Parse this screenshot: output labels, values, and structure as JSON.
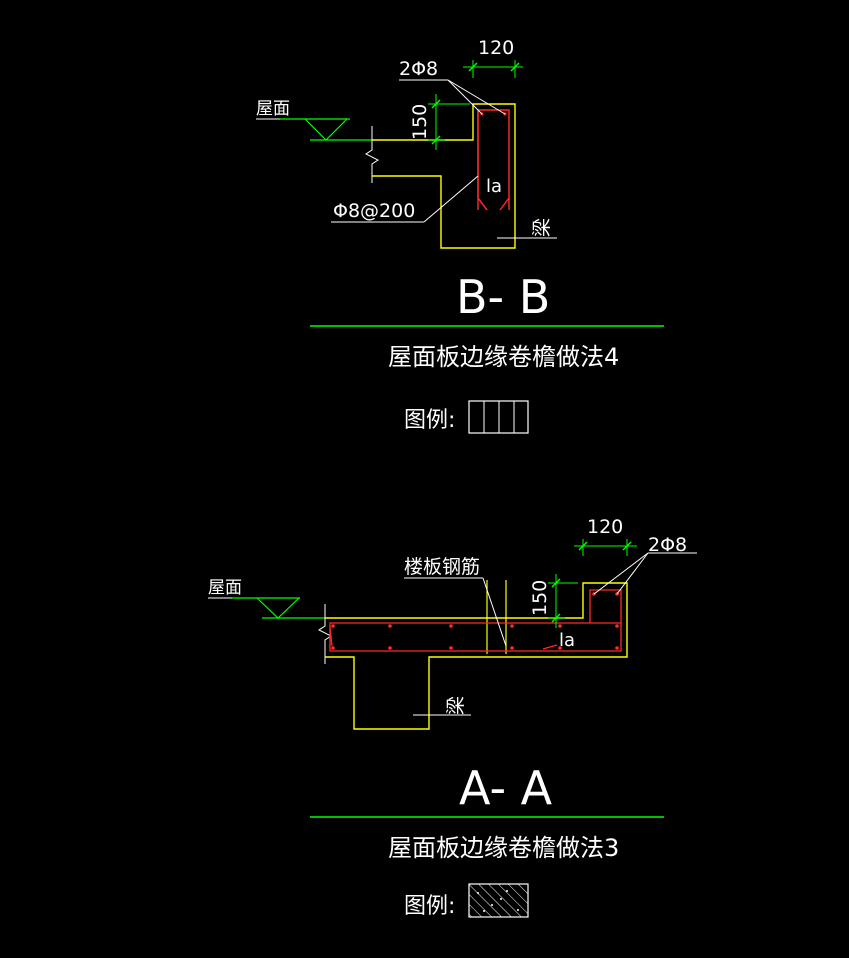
{
  "colors": {
    "background": "#000000",
    "concrete_outline": "#ffff00",
    "rebar": "#ff2a2a",
    "dimension": "#00ff00",
    "leader": "#ffffff",
    "rebar_dot": "#ff2a2a"
  },
  "section_bb": {
    "roof_label": "屋面",
    "rebar_top_label": "2Φ8",
    "width_dim": "120",
    "height_dim": "150",
    "anchor_label": "la",
    "stirrup_label": "Φ8@200",
    "beam_label": "梁",
    "section_mark": "B- B",
    "caption": "屋面板边缘卷檐做法4",
    "legend_label": "图例:"
  },
  "section_aa": {
    "roof_label": "屋面",
    "slab_rebar_label": "楼板钢筋",
    "width_dim": "120",
    "rebar_top_label": "2Φ8",
    "height_dim": "150",
    "anchor_label": "la",
    "beam_label": "梁",
    "section_mark": "A- A",
    "caption": "屋面板边缘卷檐做法3",
    "legend_label": "图例:"
  }
}
